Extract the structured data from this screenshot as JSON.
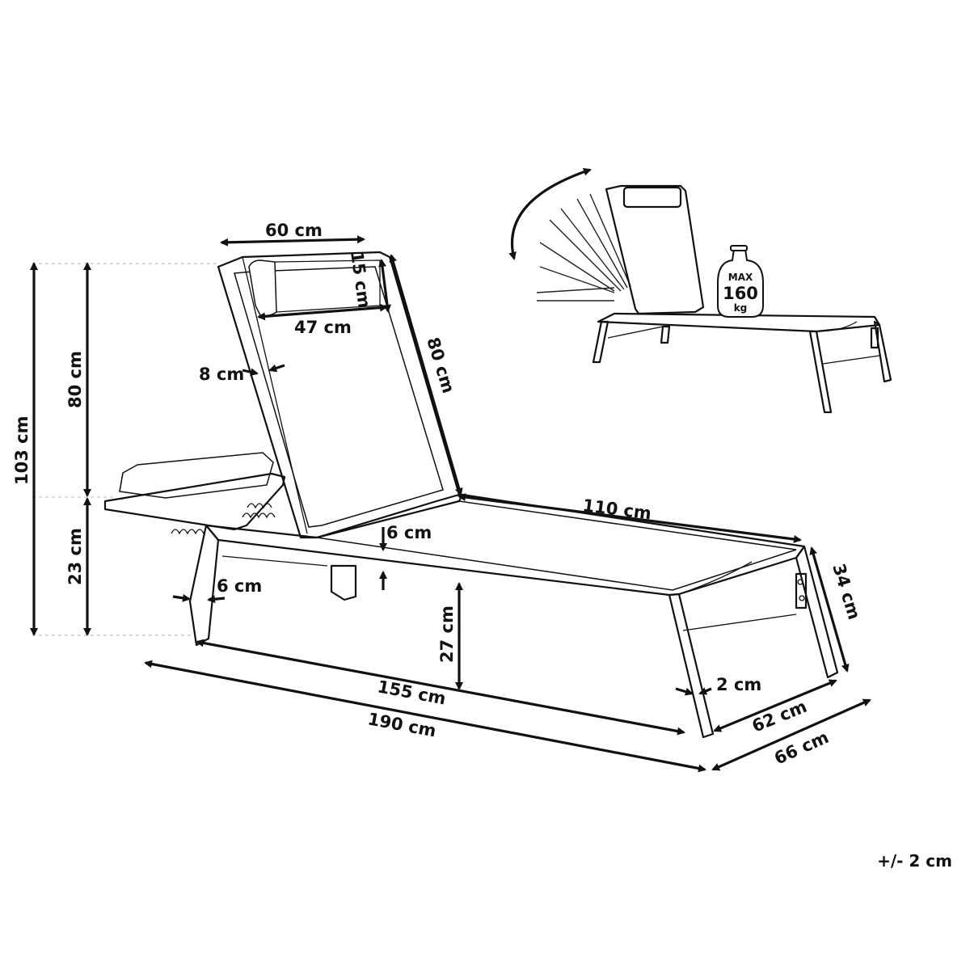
{
  "dimensions": {
    "width_top": "60 cm",
    "headrest_height": "15 cm",
    "headrest_width": "47 cm",
    "back_length": "80 cm",
    "frame_thickness_side": "8 cm",
    "total_height": "103 cm",
    "back_height": "80 cm",
    "seat_height": "23 cm",
    "leg_width": "6 cm",
    "seat_gap": "6 cm",
    "seat_length": "110 cm",
    "clearance": "27 cm",
    "foot_length": "34 cm",
    "frame_length": "155 cm",
    "total_length": "190 cm",
    "leg_thickness": "2 cm",
    "inner_width": "62 cm",
    "outer_width": "66 cm"
  },
  "load_badge": {
    "max_label": "MAX",
    "value": "160",
    "unit": "kg"
  },
  "tolerance": "+/- 2 cm"
}
